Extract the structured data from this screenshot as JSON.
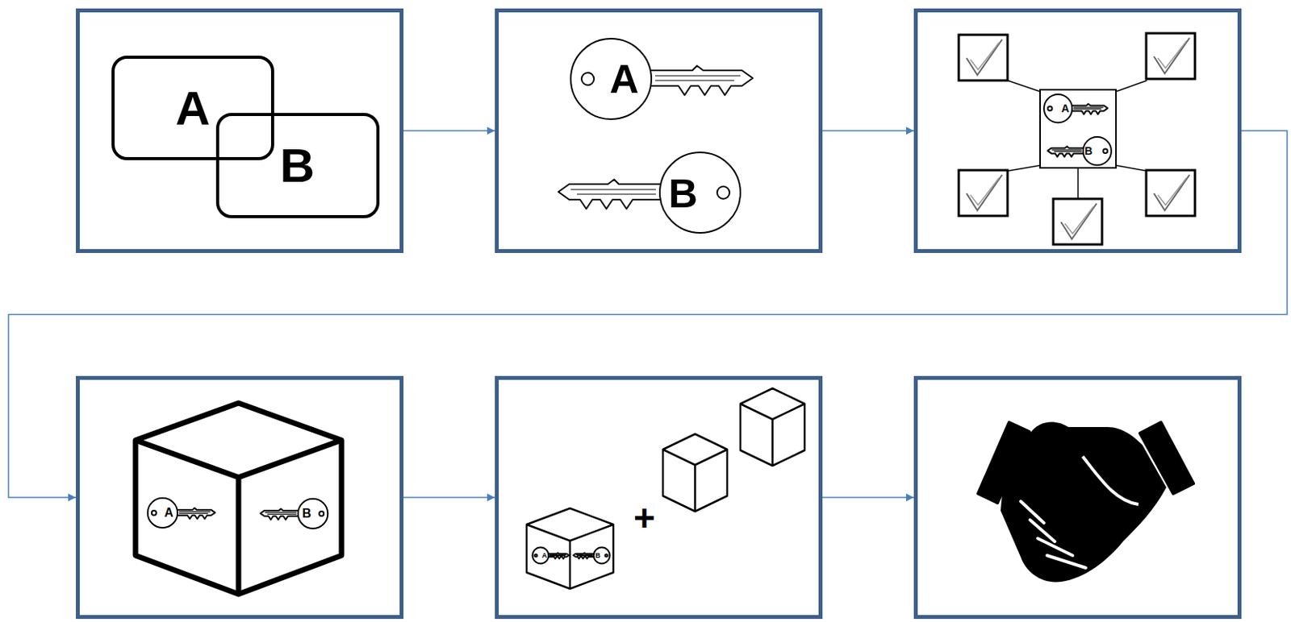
{
  "diagram": {
    "nodes": [
      {
        "text": []
      },
      {
        "text": [
          "A"
        ],
        "in": 0
      },
      {
        "text": [
          "B"
        ],
        "in": 0
      },
      {
        "text": [
          "A",
          "B"
        ]
      },
      {
        "text": []
      },
      {
        "text": [
          "A",
          "B"
        ],
        "in": 4
      },
      {
        "text": [
          "A",
          "B"
        ]
      },
      {
        "text": [
          "A",
          "B"
        ]
      },
      {
        "text": []
      }
    ],
    "edges": [
      {
        "from": 0,
        "to": 3,
        "arrow": "to"
      },
      {
        "from": 3,
        "to": 4,
        "arrow": "to"
      },
      {
        "from": 4,
        "to": 6,
        "arrow": "to"
      },
      {
        "from": 6,
        "to": 7,
        "arrow": "to"
      },
      {
        "from": 7,
        "to": 8,
        "arrow": "to"
      }
    ],
    "labels": [
      "+"
    ]
  }
}
